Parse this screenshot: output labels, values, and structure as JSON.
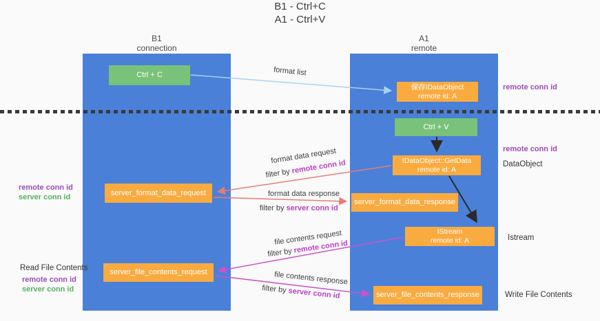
{
  "title": {
    "line1": "B1 - Ctrl+C",
    "line2": "A1 - Ctrl+V"
  },
  "lanes": {
    "left": {
      "name": "B1",
      "role": "connection"
    },
    "right": {
      "name": "A1",
      "role": "remote"
    }
  },
  "nodes": {
    "ctrl_c": {
      "label": "Ctrl + C"
    },
    "ctrl_v": {
      "label": "Ctrl + V"
    },
    "save_idataobject": {
      "line1": "保存IDataObject",
      "line2": "remote id: A"
    },
    "idataobject_getdata": {
      "line1": "IDataObject::GetData",
      "line2": "remote id: A"
    },
    "istream": {
      "line1": "IStream",
      "line2": "remote id: A"
    },
    "server_format_data_request": {
      "label": "server_format_data_request"
    },
    "server_format_data_response": {
      "label": "server_format_data_response"
    },
    "server_file_contents_request": {
      "label": "server_file_contents_request"
    },
    "server_file_contents_response": {
      "label": "server_file_contents_response"
    }
  },
  "edges": {
    "format_list": {
      "label": "format list"
    },
    "format_data_request": {
      "label": "format data request",
      "filter_prefix": "filter by ",
      "filter_key": "remote conn id"
    },
    "format_data_response": {
      "label": "format data response",
      "filter_prefix": "filter by ",
      "filter_key": "server conn id"
    },
    "file_contents_request": {
      "label": "file contents request",
      "filter_prefix": "filter by ",
      "filter_key": "remote conn id"
    },
    "file_contents_response": {
      "label": "file contents response",
      "filter_prefix": "filter by ",
      "filter_key": "server conn id"
    }
  },
  "side_labels": {
    "right_remote_conn_id_top": "remote conn id",
    "right_remote_conn_id_mid": "remote conn id",
    "right_dataobject": "DataObject",
    "right_istream": "Istream",
    "right_write_file_contents": "Write File Contents",
    "left_remote_conn_id_mid": "remote conn id",
    "left_server_conn_id_mid": "server conn id",
    "left_read_file_contents": "Read File Contents",
    "left_remote_conn_id_bottom": "remote conn id",
    "left_server_conn_id_bottom": "server conn id"
  },
  "colors": {
    "lane_blue": "#4a80d8",
    "node_green": "#79c279",
    "node_orange": "#f9ab40",
    "purple_side_label": "#9c4bb8",
    "green_side_label": "#57b060",
    "magenta_filter_key": "#bb3fc4",
    "arrow_red": "#e87c74",
    "arrow_magenta": "#cc52cc",
    "arrow_light_blue": "#a9d3f0",
    "arrow_black": "#2a2a2a",
    "background": "#fafafa"
  }
}
